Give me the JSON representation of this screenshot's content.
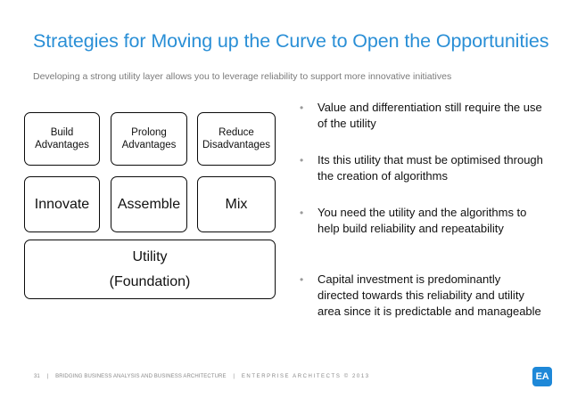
{
  "slide": {
    "title": "Strategies for Moving up the Curve to Open the Opportunities",
    "subtitle": "Developing a strong utility layer allows you to leverage reliability to support more innovative initiatives"
  },
  "diagram": {
    "top_boxes": [
      {
        "line1": "Build",
        "line2": "Advantages"
      },
      {
        "line1": "Prolong",
        "line2": "Advantages"
      },
      {
        "line1": "Reduce",
        "line2": "Disadvantages"
      }
    ],
    "mid_boxes": [
      "Innovate",
      "Assemble",
      "Mix"
    ],
    "base_box": {
      "line1": "Utility",
      "line2": "(Foundation)"
    }
  },
  "bullets": [
    "Value and differentiation still require the use of the utility",
    "Its this utility that must be optimised through the creation of algorithms",
    "You need the utility and the algorithms to help build reliability and repeatability",
    "Capital investment is predominantly directed towards this reliability and utility area since it is predictable and manageable"
  ],
  "bullet_marker": "•",
  "footer": {
    "page_number": "31",
    "separator": "|",
    "section": "BRIDGING BUSINESS ANALYSIS AND BUSINESS ARCHITECTURE",
    "company": "ENTERPRISE ARCHITECTS © 2013"
  },
  "logo": {
    "text": "EA",
    "color": "#1e88d8"
  },
  "colors": {
    "title": "#2a8fd6",
    "subtitle": "#7a7a7a",
    "box_border": "#0a0a0a"
  }
}
